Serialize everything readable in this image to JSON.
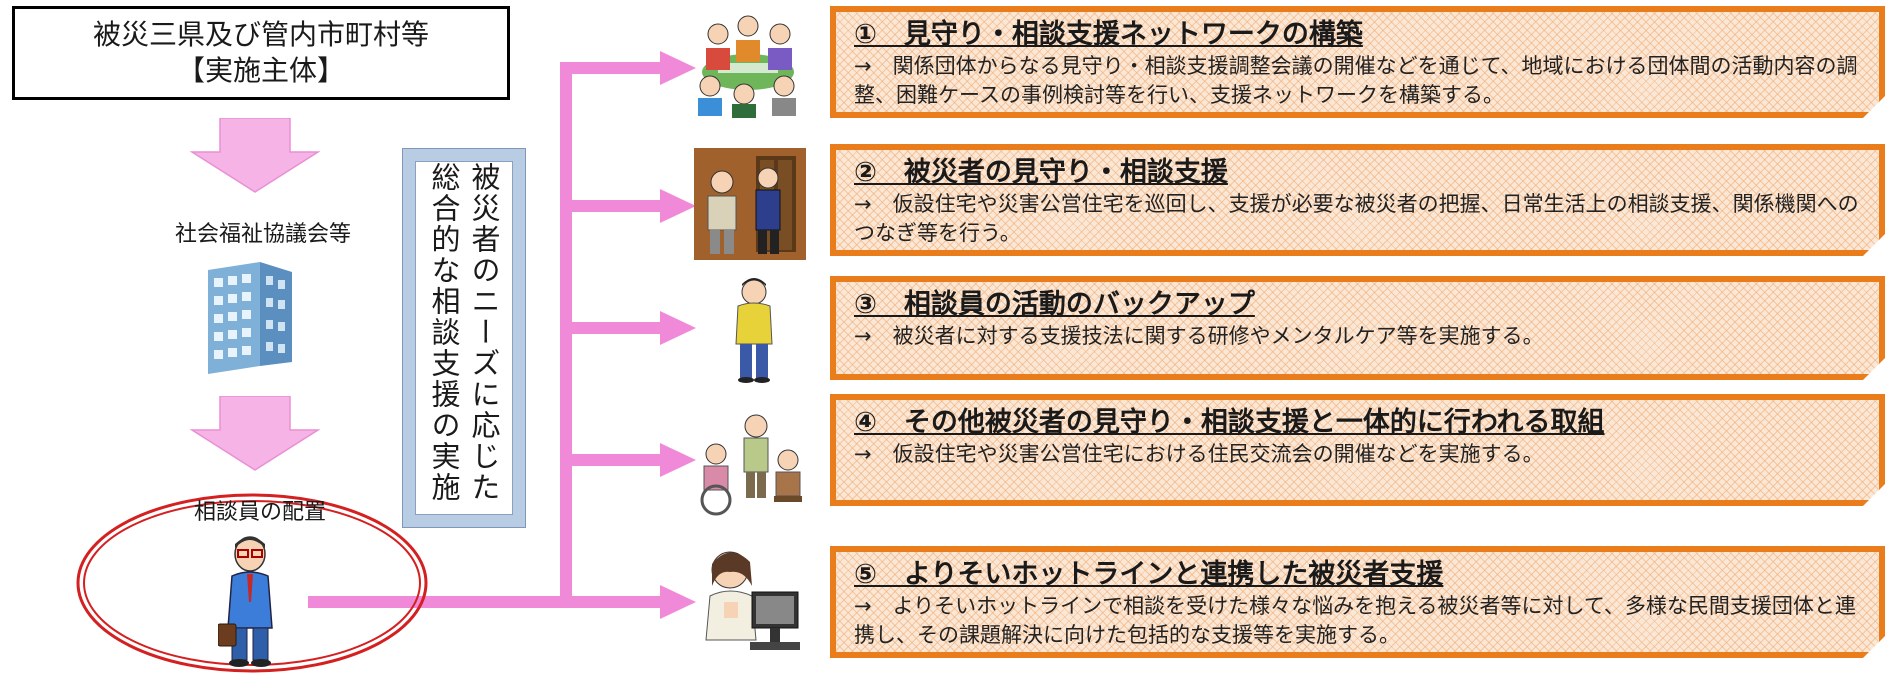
{
  "implementer": {
    "line1": "被災三県及び管内市町村等",
    "line2": "【実施主体】"
  },
  "intermediary_label": "社会福祉協議会等",
  "counselor_label": "相談員の配置",
  "central_label": "被災者のニーズに応じた総合的な相談支援の実施",
  "colors": {
    "arrow_pink": "#f08ad8",
    "card_border": "#ea7d1b",
    "oval_red": "#d42020",
    "box_blue": "#b8cce4"
  },
  "initiatives": [
    {
      "title": "①　見守り・相談支援ネットワークの構築",
      "desc": "→　関係団体からなる見守り・相談支援調整会議の開催などを通じて、地域における団体間の活動内容の調整、困難ケースの事例検討等を行い、支援ネットワークを構築する。",
      "icon": "meeting-illustration"
    },
    {
      "title": "②　被災者の見守り・相談支援",
      "desc": "→　仮設住宅や災害公営住宅を巡回し、支援が必要な被災者の把握、日常生活上の相談支援、関係機関へのつなぎ等を行う。",
      "icon": "home-visit-illustration"
    },
    {
      "title": "③　相談員の活動のバックアップ",
      "desc": "→　被災者に対する支援技法に関する研修やメンタルケア等を実施する。",
      "icon": "thinking-person-illustration"
    },
    {
      "title": "④　その他被災者の見守り・相談支援と一体的に行われる取組",
      "desc": "→　仮設住宅や災害公営住宅における住民交流会の開催などを実施する。",
      "icon": "elderly-gathering-illustration"
    },
    {
      "title": "⑤　よりそいホットラインと連携した被災者支援",
      "desc": "→　よりそいホットラインで相談を受けた様々な悩みを抱える被災者等に対して、多様な民間支援団体と連携し、その課題解決に向けた包括的な支援等を実施する。",
      "icon": "hotline-operator-illustration"
    }
  ]
}
